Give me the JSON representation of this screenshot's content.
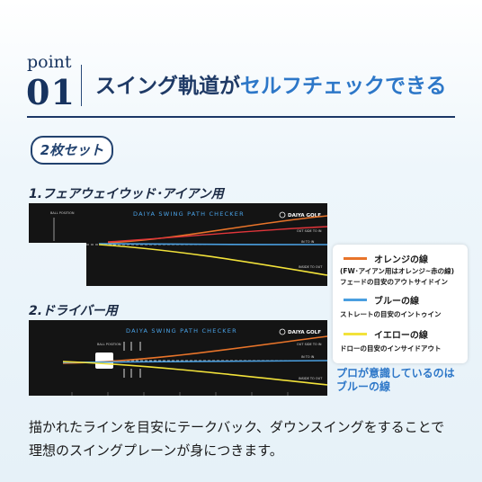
{
  "header": {
    "point_word": "point",
    "point_num": "01",
    "headline_prefix": "スイング軌道が",
    "headline_accent": "セルフチェックできる"
  },
  "badge": "2枚セット",
  "mats": [
    {
      "title": "1.フェアウェイウッド･アイアン用",
      "mat_title": "DAIYA SWING PATH CHECKER",
      "brand": "DAIYA GOLF",
      "labels": [
        "OUT SIDE TO IN",
        "IN TO IN",
        "INSIDE TO OUT"
      ],
      "ball_label": "BALL POSITION"
    },
    {
      "title": "2.ドライバー用",
      "mat_title": "DAIYA SWING PATH CHECKER",
      "brand": "DAIYA GOLF",
      "labels": [
        "OUT SIDE TO IN",
        "IN TO IN",
        "INSIDE TO OUT"
      ],
      "ball_label": "BALL POSITION"
    }
  ],
  "legend": {
    "items": [
      {
        "name": "オレンジの線",
        "color": "#e8742a",
        "desc": [
          "(FW･アイアン用はオレンジ~赤の線)",
          "フェードの目安のアウトサイドイン"
        ]
      },
      {
        "name": "ブルーの線",
        "color": "#4a9fe0",
        "desc": [
          "ストレートの目安のイントゥイン"
        ]
      },
      {
        "name": "イエローの線",
        "color": "#f2e23a",
        "desc": [
          "ドローの目安のインサイドアウト"
        ]
      }
    ]
  },
  "callout": [
    "プロが意識しているのは",
    "ブルーの線"
  ],
  "caption": [
    "描かれたラインを目安にテークバック、ダウンスイングをすることで",
    "理想のスイングプレーンが身につきます。"
  ],
  "colors": {
    "navy": "#17335f",
    "accent_blue": "#2d77c8",
    "mat": "#141414"
  }
}
